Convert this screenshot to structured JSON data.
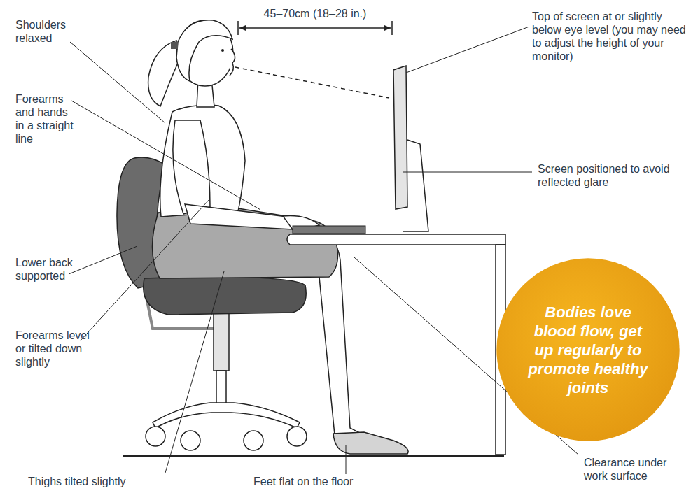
{
  "diagram": {
    "nodes": [
      {
        "text": [
          "Bodies love blood flow, get up regularly to promote healthy joints"
        ]
      }
    ],
    "labels": [
      "45–70cm (18–28 in.)",
      "Shoulders relaxed",
      "Forearms and hands in a straight line",
      "Lower back supported",
      "Forearms level or tilted down slightly",
      "Thighs tilted slightly",
      "Feet flat on the floor",
      "Top of screen at or slightly below eye level (you may need to adjust the height of your monitor)",
      "Screen positioned to avoid reflected glare",
      "Clearance under work surface"
    ]
  }
}
